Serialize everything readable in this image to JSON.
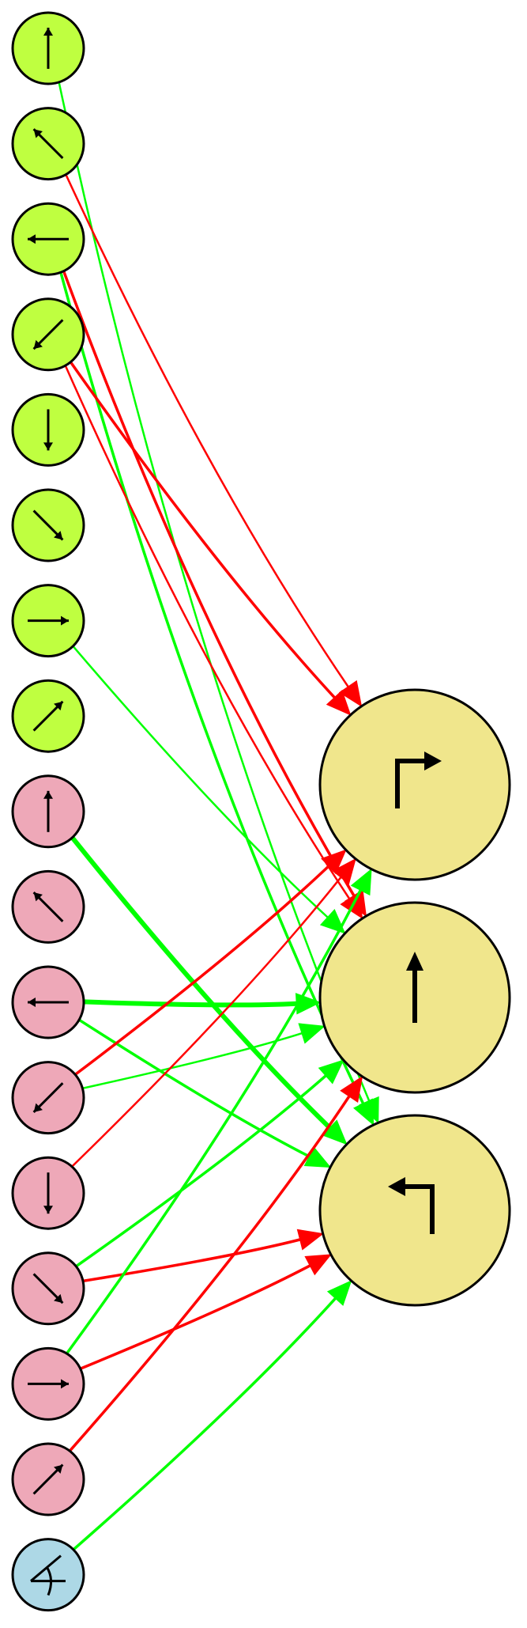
{
  "diagram": {
    "colors": {
      "green_input": "#bfff40",
      "pink_input": "#eea8b8",
      "blue_input": "#add8e6",
      "output": "#f0e68c",
      "excitatory": "#00ff00",
      "inhibitory": "#ff0000",
      "stroke": "#000000"
    },
    "input_nodes": [
      {
        "id": "g0",
        "group": "green",
        "icon": "arrow-up-icon"
      },
      {
        "id": "g1",
        "group": "green",
        "icon": "arrow-up-left-icon"
      },
      {
        "id": "g2",
        "group": "green",
        "icon": "arrow-left-icon"
      },
      {
        "id": "g3",
        "group": "green",
        "icon": "arrow-down-left-icon"
      },
      {
        "id": "g4",
        "group": "green",
        "icon": "arrow-down-icon"
      },
      {
        "id": "g5",
        "group": "green",
        "icon": "arrow-down-right-icon"
      },
      {
        "id": "g6",
        "group": "green",
        "icon": "arrow-right-icon"
      },
      {
        "id": "g7",
        "group": "green",
        "icon": "arrow-up-right-icon"
      },
      {
        "id": "p0",
        "group": "pink",
        "icon": "arrow-up-icon"
      },
      {
        "id": "p1",
        "group": "pink",
        "icon": "arrow-up-left-icon"
      },
      {
        "id": "p2",
        "group": "pink",
        "icon": "arrow-left-icon"
      },
      {
        "id": "p3",
        "group": "pink",
        "icon": "arrow-down-left-icon"
      },
      {
        "id": "p4",
        "group": "pink",
        "icon": "arrow-down-icon"
      },
      {
        "id": "p5",
        "group": "pink",
        "icon": "arrow-down-right-icon"
      },
      {
        "id": "p6",
        "group": "pink",
        "icon": "arrow-right-icon"
      },
      {
        "id": "p7",
        "group": "pink",
        "icon": "arrow-up-right-icon"
      },
      {
        "id": "b0",
        "group": "blue",
        "icon": "angle-icon"
      }
    ],
    "output_nodes": [
      {
        "id": "o0",
        "icon": "turn-right-icon"
      },
      {
        "id": "o1",
        "icon": "straight-up-icon"
      },
      {
        "id": "o2",
        "icon": "turn-left-icon"
      }
    ],
    "edges": [
      {
        "from": "g0",
        "to": "o2",
        "sign": "excitatory",
        "weight": "thin"
      },
      {
        "from": "g1",
        "to": "o0",
        "sign": "inhibitory",
        "weight": "thin"
      },
      {
        "from": "g2",
        "to": "o1",
        "sign": "inhibitory",
        "weight": "medium"
      },
      {
        "from": "g2",
        "to": "o2",
        "sign": "excitatory",
        "weight": "medium"
      },
      {
        "from": "g3",
        "to": "o0",
        "sign": "inhibitory",
        "weight": "medium"
      },
      {
        "from": "g3",
        "to": "o1",
        "sign": "inhibitory",
        "weight": "thin"
      },
      {
        "from": "g6",
        "to": "o1",
        "sign": "excitatory",
        "weight": "thin"
      },
      {
        "from": "p0",
        "to": "o2",
        "sign": "excitatory",
        "weight": "thick"
      },
      {
        "from": "p2",
        "to": "o1",
        "sign": "excitatory",
        "weight": "thick"
      },
      {
        "from": "p2",
        "to": "o2",
        "sign": "excitatory",
        "weight": "medium"
      },
      {
        "from": "p3",
        "to": "o0",
        "sign": "inhibitory",
        "weight": "medium"
      },
      {
        "from": "p3",
        "to": "o1",
        "sign": "excitatory",
        "weight": "thin"
      },
      {
        "from": "p4",
        "to": "o0",
        "sign": "inhibitory",
        "weight": "thin"
      },
      {
        "from": "p5",
        "to": "o1",
        "sign": "excitatory",
        "weight": "medium"
      },
      {
        "from": "p5",
        "to": "o2",
        "sign": "inhibitory",
        "weight": "medium"
      },
      {
        "from": "p6",
        "to": "o0",
        "sign": "excitatory",
        "weight": "medium"
      },
      {
        "from": "p6",
        "to": "o2",
        "sign": "inhibitory",
        "weight": "medium"
      },
      {
        "from": "p7",
        "to": "o1",
        "sign": "inhibitory",
        "weight": "medium"
      },
      {
        "from": "b0",
        "to": "o2",
        "sign": "excitatory",
        "weight": "medium"
      }
    ]
  }
}
